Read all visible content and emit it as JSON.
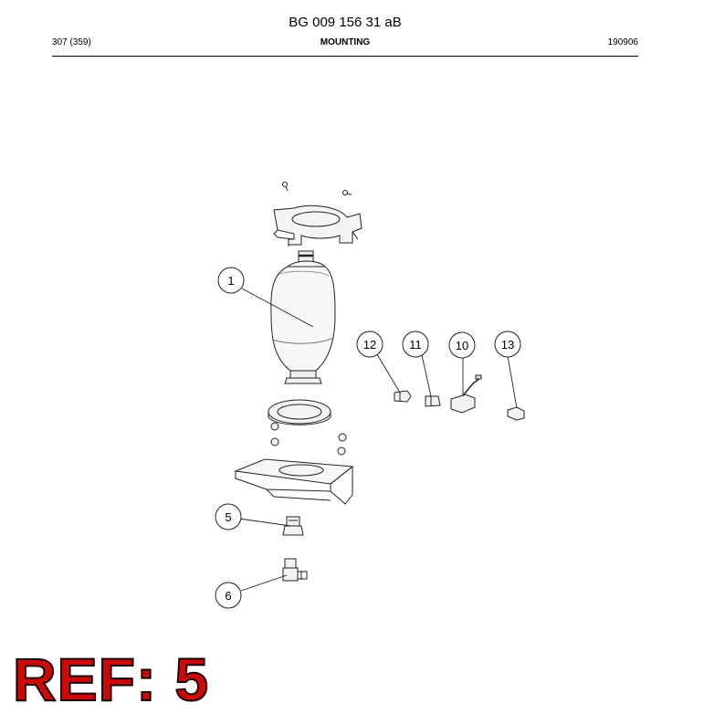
{
  "header": {
    "doc_number": "BG 009 156 31 aB",
    "page": "307 (359)",
    "section": "MOUNTING",
    "date_code": "190906"
  },
  "callouts": [
    "1",
    "12",
    "11",
    "10",
    "13",
    "5",
    "6"
  ],
  "ref_label": "REF: 5"
}
